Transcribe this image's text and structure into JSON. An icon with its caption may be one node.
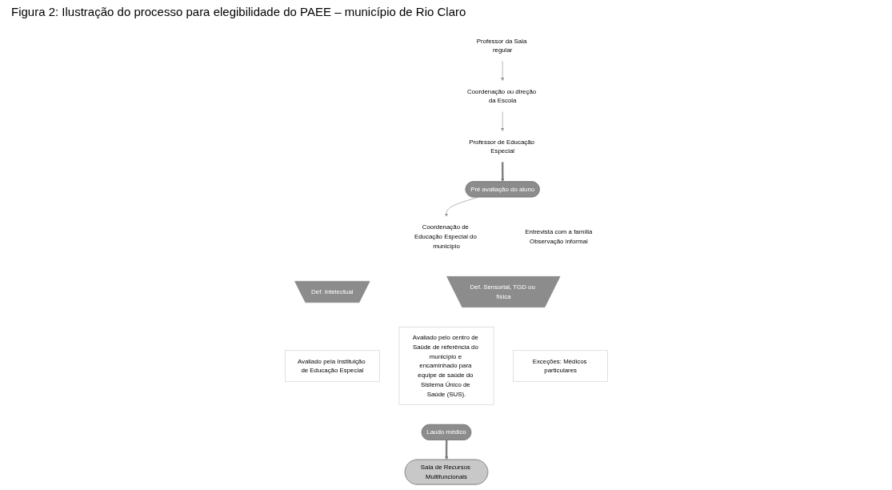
{
  "diagram": {
    "title": "Figura 2: Ilustração do processo para elegibilidade do PAEE – município de Rio Claro",
    "nodes": [
      {
        "text": [
          "Professor da Sala regular"
        ]
      },
      {
        "text": [
          "Coordenação ou direção da Escola"
        ]
      },
      {
        "text": [
          "Professor de Educação Especial"
        ]
      },
      {
        "text": [
          "Pré avaliação do aluno"
        ],
        "beside": [
          "Entrevista com a família",
          "Observação informal"
        ]
      },
      {
        "text": [
          "Coordenação de Educação Especial do município"
        ]
      },
      {
        "text": [
          "Def. Intelectual"
        ]
      },
      {
        "text": [
          "Def. Sensorial, TGD ou física"
        ]
      },
      {
        "text": [
          "Avaliado pela Instituição de Educação Especial"
        ]
      },
      {
        "text": [
          "Avaliado pelo centro de Saúde de referência do município e encaminhado para equipe de saúde do Sistema Único de Saúde (SUS)."
        ]
      },
      {
        "text": [
          "Exceções: Médicos particulares"
        ]
      },
      {
        "text": [
          "Laudo médico"
        ]
      },
      {
        "text": [
          "Sala de Recursos Multifuncionais"
        ]
      }
    ],
    "edges": [
      {
        "from": 0,
        "to": 1,
        "arrow": "to"
      },
      {
        "from": 1,
        "to": 2,
        "arrow": "to"
      },
      {
        "from": 2,
        "to": 3,
        "arrow": "to",
        "style": "thick"
      },
      {
        "from": 3,
        "to": 4,
        "arrow": "to"
      },
      {
        "from": 10,
        "to": 11,
        "arrow": "to",
        "style": "thick"
      }
    ]
  }
}
